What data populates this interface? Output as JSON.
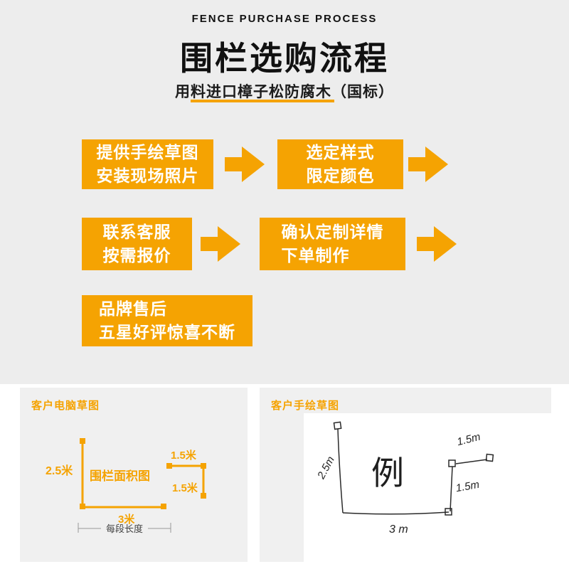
{
  "colors": {
    "accent": "#F5A302",
    "top_bg": "#EDEDED",
    "panel_bg": "#F0F0F0"
  },
  "header": {
    "eyebrow": "FENCE PURCHASE PROCESS",
    "title": "围栏选购流程",
    "subtitle": "用料进口樟子松防腐木（国标）"
  },
  "flow": {
    "box1": {
      "line1": "提供手绘草图",
      "line2": "安装现场照片"
    },
    "box2": {
      "line1": "选定样式",
      "line2": "限定颜色"
    },
    "box3": {
      "line1": "联系客服",
      "line2": "按需报价"
    },
    "box4": {
      "line1": "确认定制详情",
      "line2": "下单制作"
    },
    "box5": {
      "line1": "品牌售后",
      "line2": "五星好评惊喜不断"
    }
  },
  "panels": {
    "computer": {
      "title": "客户电脑草图",
      "labels": {
        "left": "2.5米",
        "center": "围栏面积图",
        "top_right": "1.5米",
        "right": "1.5米",
        "bottom": "3米",
        "measure": "每段长度"
      }
    },
    "hand": {
      "title": "客户手绘草图",
      "labels": {
        "example": "例",
        "left": "2.5m",
        "bottom": "3 m",
        "top_right": "1.5m",
        "right": "1.5m"
      }
    }
  }
}
